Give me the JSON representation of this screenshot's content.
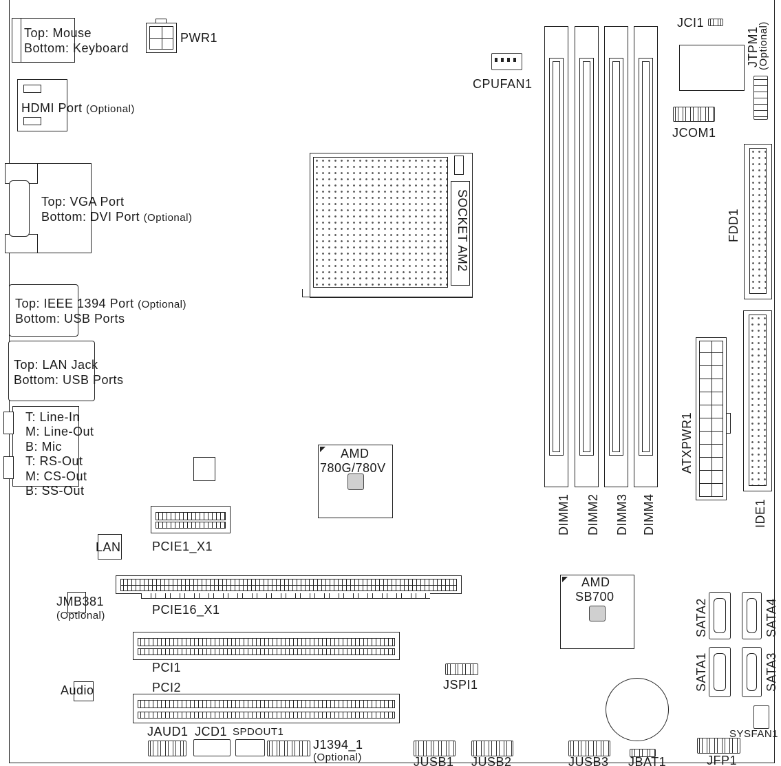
{
  "io": {
    "mouse_kb": [
      "Top: Mouse",
      "Bottom: Keyboard"
    ],
    "hdmi": {
      "label": "HDMI Port",
      "note": "(Optional)"
    },
    "vga_dvi": {
      "top": "Top: VGA Port",
      "bottom": "Bottom: DVI Port",
      "note": "(Optional)"
    },
    "ieee_usb": {
      "top": "Top: IEEE 1394 Port",
      "note": "(Optional)",
      "bottom": "Bottom: USB Ports"
    },
    "lan_usb": [
      "Top: LAN Jack",
      "Bottom: USB Ports"
    ],
    "audio_jacks": [
      "T: Line-In",
      "M: Line-Out",
      "B: Mic",
      "T: RS-Out",
      "M: CS-Out",
      "B: SS-Out"
    ]
  },
  "components": {
    "pwr1": "PWR1",
    "cpufan1": "CPUFAN1",
    "socket": "SOCKET AM2",
    "nb": [
      "AMD",
      "780G/780V"
    ],
    "sb": [
      "AMD",
      "SB700"
    ],
    "dimms": [
      "DIMM1",
      "DIMM2",
      "DIMM3",
      "DIMM4"
    ],
    "jci1": "JCI1",
    "jtpm1": "JTPM1",
    "jtpm1_note": "(Optional)",
    "jcom1": "JCOM1",
    "fdd1": "FDD1",
    "ide1": "IDE1",
    "atxpwr1": "ATXPWR1",
    "pcie1_x1": "PCIE1_X1",
    "lan": "LAN",
    "pcie16_x1": "PCIE16_X1",
    "jmb381": "JMB381",
    "jmb381_note": "(Optional)",
    "pci1": "PCI1",
    "pci2": "PCI2",
    "audio": "Audio",
    "jspi1": "JSPI1",
    "sata": [
      "SATA1",
      "SATA2",
      "SATA3",
      "SATA4"
    ],
    "sysfan1": "SYSFAN1",
    "jaud1": "JAUD1",
    "jcd1": "JCD1",
    "spdout1": "SPDOUT1",
    "j1394_1": "J1394_1",
    "j1394_note": "(Optional)",
    "jusb": [
      "JUSB1",
      "JUSB2",
      "JUSB3"
    ],
    "jbat1": "JBAT1",
    "jfp1": "JFP1"
  }
}
